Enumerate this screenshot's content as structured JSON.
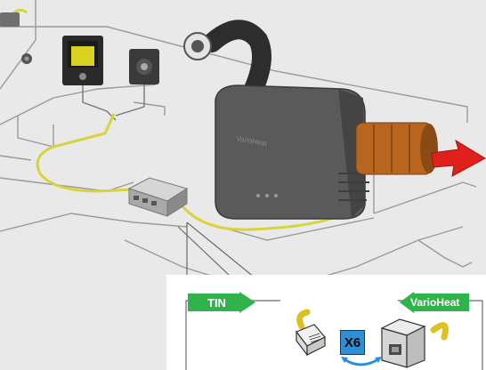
{
  "labels": {
    "heater_brand": "VarioHeat",
    "left_connector": "TIN",
    "right_connector": "VarioHeat",
    "connector_id": "X6"
  },
  "colors": {
    "cable": "#d8d33a",
    "arrow_green": "#2fb34a",
    "connector_blue": "#2e8fd6",
    "exhaust_copper": "#b8661f",
    "exhaust_arrow": "#e0201a"
  }
}
